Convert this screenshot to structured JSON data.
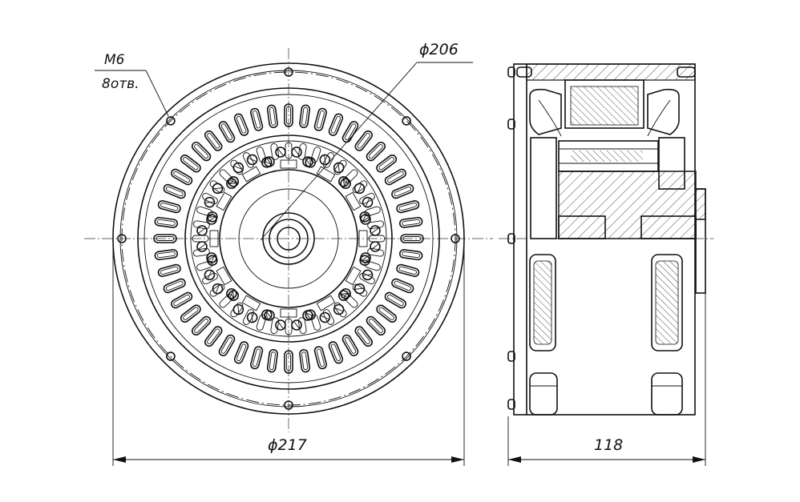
{
  "annotations": {
    "thread": "M6",
    "holes": "8отв.",
    "outer_diameter_dim": "ϕ206",
    "overall_diameter_dim": "ϕ217",
    "length_dim": "118"
  },
  "counts": {
    "bolt_holes": 8,
    "outer_coils": 48,
    "rotor_poles": 12
  }
}
